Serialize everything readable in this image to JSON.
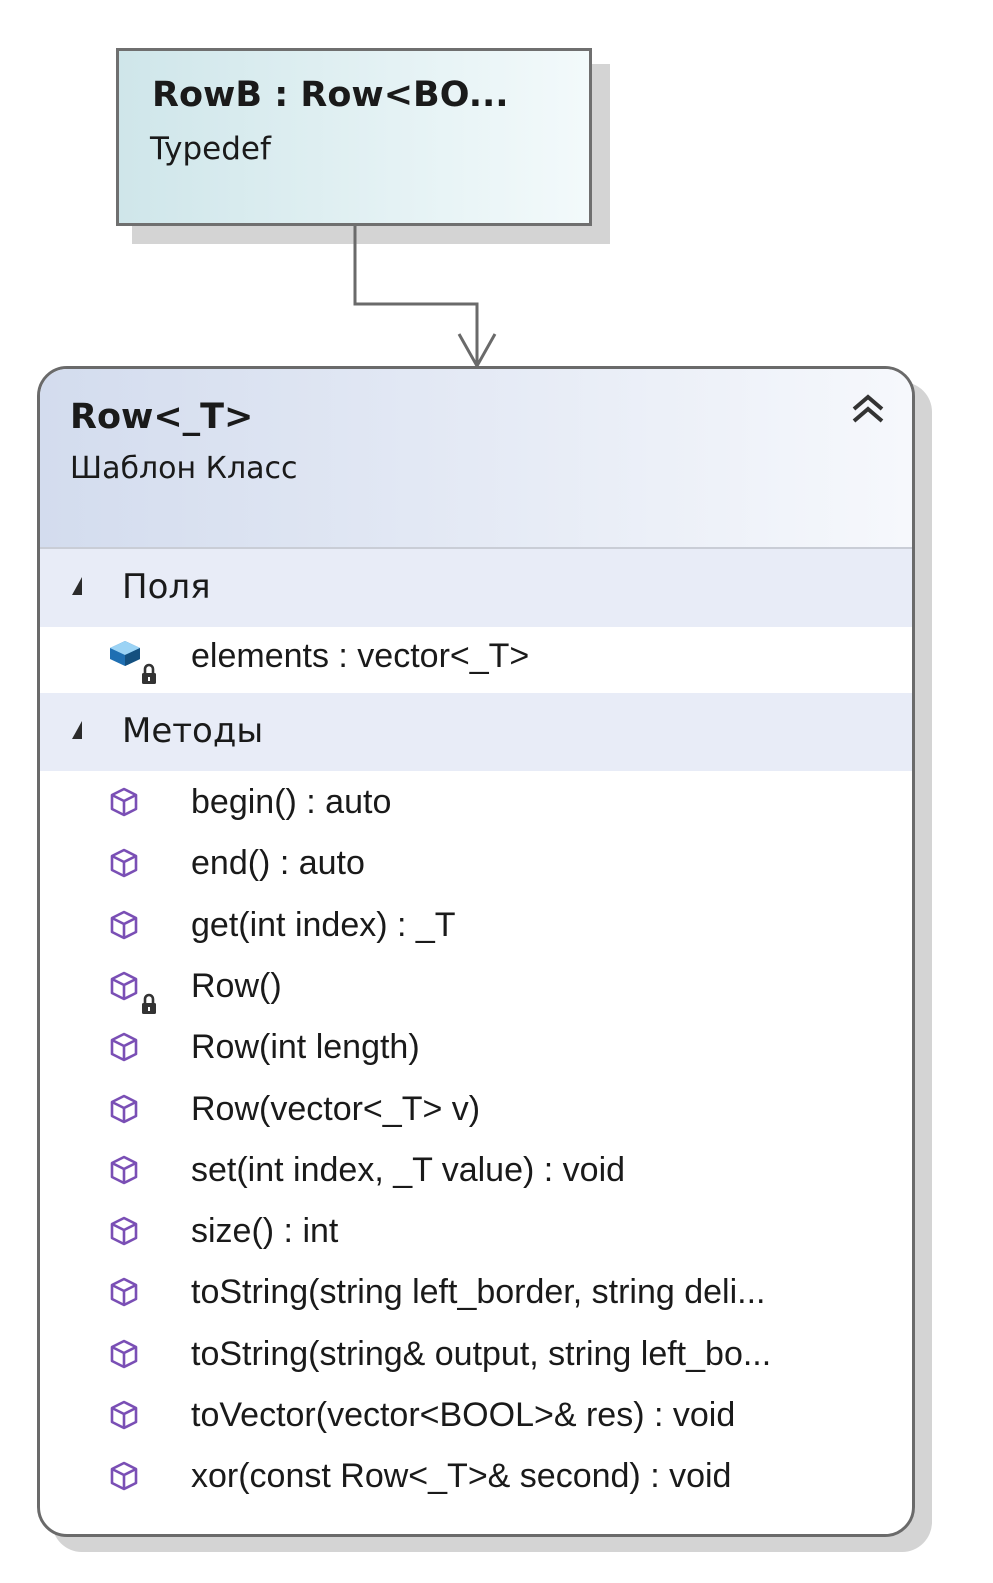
{
  "typedef": {
    "title": "RowB : Row<BO...",
    "kind": "Typedef"
  },
  "class": {
    "title": "Row<_T>",
    "kind": "Шаблон Класс",
    "sections": {
      "fields_label": "Поля",
      "methods_label": "Методы"
    },
    "fields": [
      {
        "text": "elements : vector<_T>",
        "icon": "private-field-icon"
      }
    ],
    "methods": [
      {
        "text": "begin() : auto",
        "icon": "method-icon"
      },
      {
        "text": "end() : auto",
        "icon": "method-icon"
      },
      {
        "text": "get(int index) : _T",
        "icon": "method-icon"
      },
      {
        "text": "Row()",
        "icon": "private-method-icon"
      },
      {
        "text": "Row(int length)",
        "icon": "method-icon"
      },
      {
        "text": "Row(vector<_T> v)",
        "icon": "method-icon"
      },
      {
        "text": "set(int index, _T value) : void",
        "icon": "method-icon"
      },
      {
        "text": "size() : int",
        "icon": "method-icon"
      },
      {
        "text": "toString(string left_border, string deli...",
        "icon": "method-icon"
      },
      {
        "text": "toString(string& output, string left_bo...",
        "icon": "method-icon"
      },
      {
        "text": "toVector(vector<BOOL>& res) : void",
        "icon": "method-icon"
      },
      {
        "text": "xor(const Row<_T>& second) : void",
        "icon": "method-icon"
      }
    ]
  },
  "colors": {
    "method_icon": "#7a4fb5",
    "field_icon": "#1f6fb2",
    "lock": "#333333"
  }
}
